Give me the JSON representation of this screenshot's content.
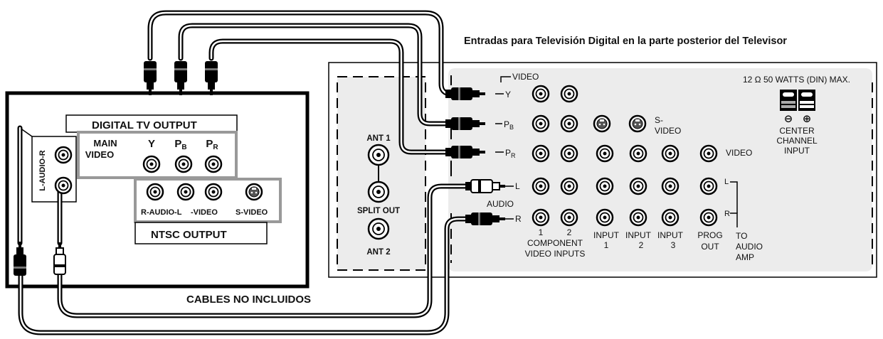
{
  "caption_top": "Entradas para Televisión Digital en la parte posterior del Televisor",
  "caption_bottom": "CABLES NO INCLUIDOS",
  "source_box": {
    "digital_output_title": "DIGITAL  TV OUTPUT",
    "main_video_line1": "MAIN",
    "main_video_line2": "VIDEO",
    "y": "Y",
    "pb": "P",
    "pb_sub": "B",
    "pr": "P",
    "pr_sub": "R",
    "l_audio_r": "L-AUDIO-R",
    "r_audio_l": "R-AUDIO-L",
    "video": "-VIDEO",
    "s_video": "S-VIDEO",
    "ntsc_title": "NTSC  OUTPUT"
  },
  "tv_panel": {
    "ant1": "ANT 1",
    "split_out": "SPLIT OUT",
    "ant2": "ANT 2",
    "video_top": "VIDEO",
    "y": "Y",
    "pb": "P",
    "pb_sub": "B",
    "pr": "P",
    "pr_sub": "R",
    "l": "L",
    "r": "R",
    "audio": "AUDIO",
    "s_line1": "S-",
    "s_line2": "VIDEO",
    "video_right": "VIDEO",
    "l_right": "L",
    "r_right": "R",
    "col1": "1",
    "col2": "2",
    "component_line1": "COMPONENT",
    "component_line2": "VIDEO INPUTS",
    "input1_line1": "INPUT",
    "input1_line2": "1",
    "input2_line1": "INPUT",
    "input2_line2": "2",
    "input3_line1": "INPUT",
    "input3_line2": "3",
    "prog_line1": "PROG",
    "prog_line2": "OUT",
    "to_line1": "TO",
    "to_line2": "AUDIO",
    "to_line3": "AMP",
    "watts": "12  Ω  50 WATTS (DIN) MAX.",
    "minus_symbol": "⊖",
    "plus_symbol": "⊕",
    "center_line1": "CENTER",
    "center_line2": "CHANNEL",
    "center_line3": "INPUT"
  }
}
